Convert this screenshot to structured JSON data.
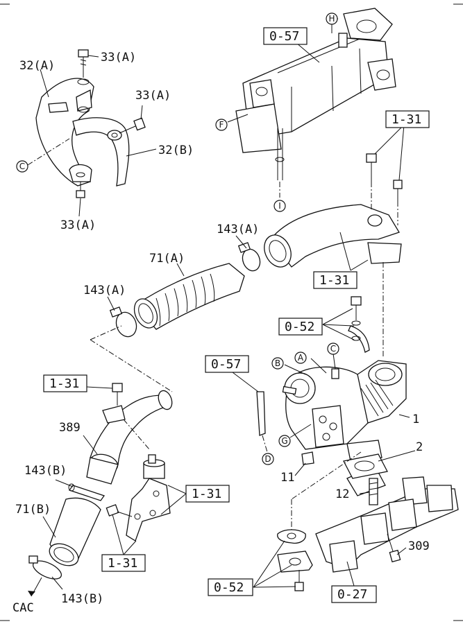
{
  "labels": {
    "p32a": "32(A)",
    "p33a_top": "33(A)",
    "p33a_mid": "33(A)",
    "p33a_bot": "33(A)",
    "p32b": "32(B)",
    "p143a_top": "143(A)",
    "p71a": "71(A)",
    "p143a_left": "143(A)",
    "p389": "389",
    "p143b_top": "143(B)",
    "p71b": "71(B)",
    "p143b_bot": "143(B)",
    "cac": "CAC",
    "p1": "1",
    "p2": "2",
    "p11": "11",
    "p12": "12",
    "p309": "309"
  },
  "refs": {
    "r057_top": "0-57",
    "r131_top": "1-31",
    "r131_mid": "1-31",
    "r052_mid": "0-52",
    "r057_mid": "0-57",
    "r131_left": "1-31",
    "r131_right": "1-31",
    "r131_bot": "1-31",
    "r052_bot": "0-52",
    "r027": "0-27"
  },
  "markers": {
    "A": "A",
    "B": "B",
    "C_top": "C",
    "C_left": "C",
    "D": "D",
    "F": "F",
    "G": "G",
    "H": "H",
    "I": "I"
  }
}
